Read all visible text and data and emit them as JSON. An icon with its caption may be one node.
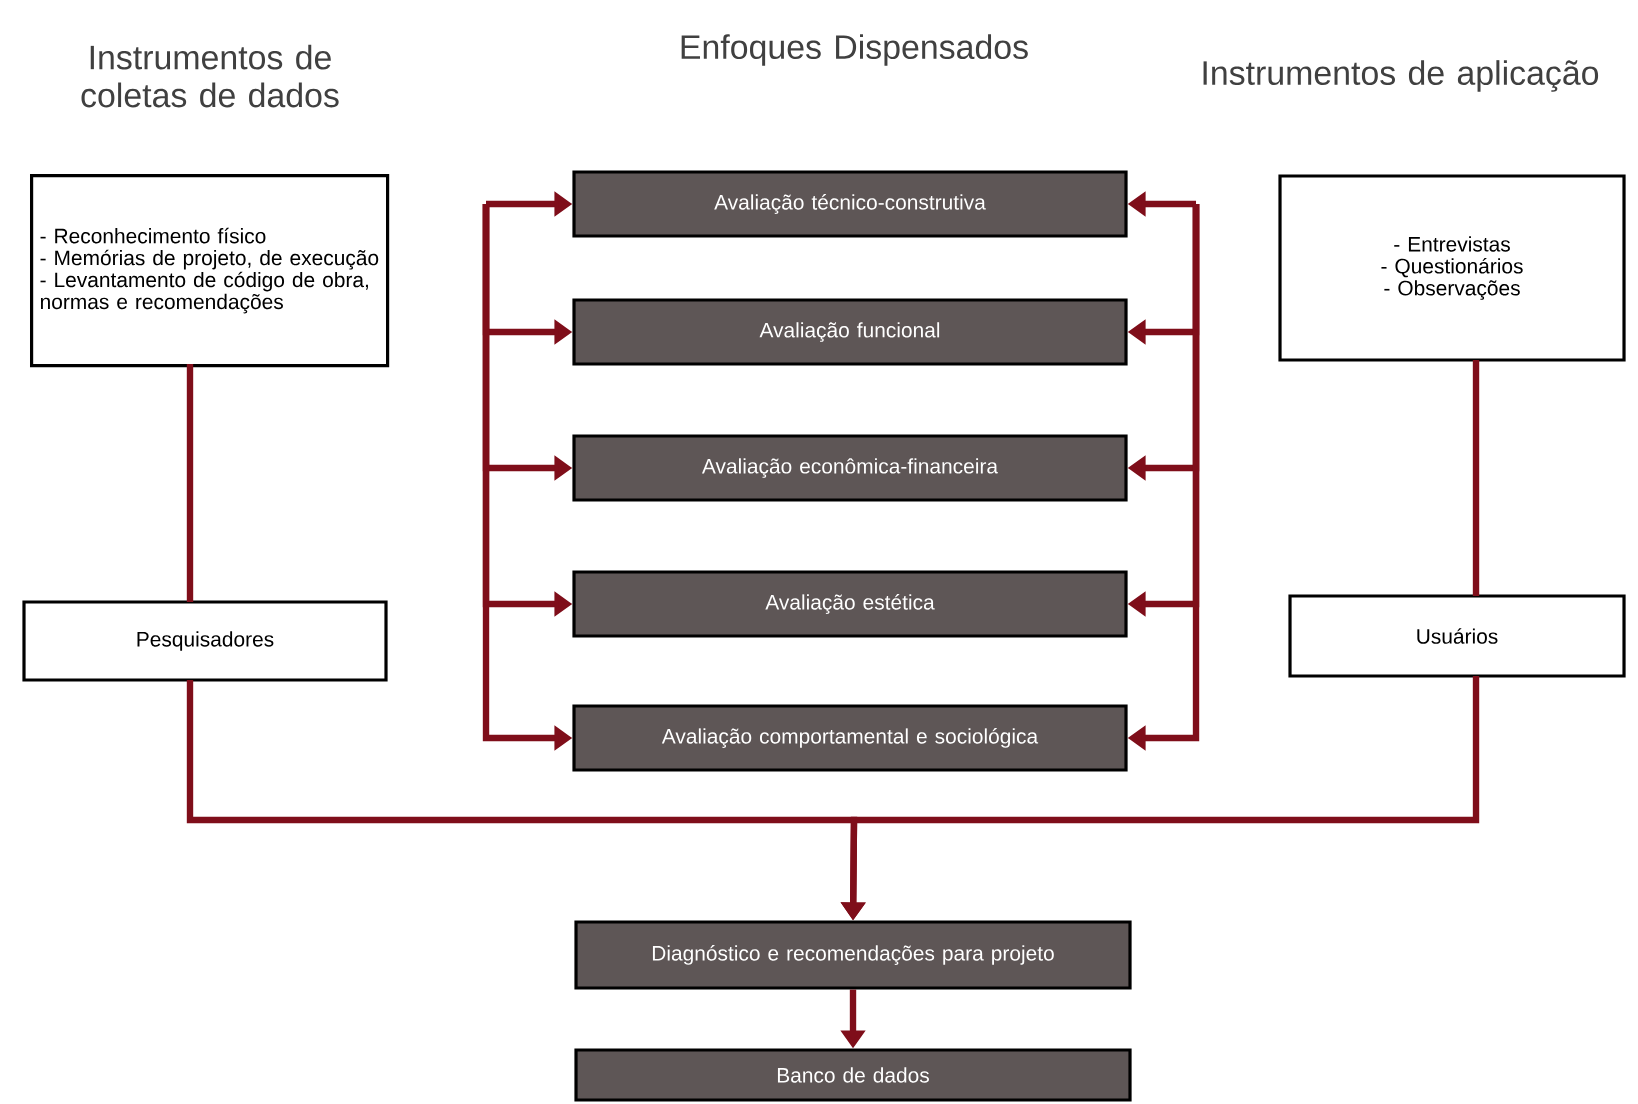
{
  "diagram": {
    "nodes": [
      {
        "text": [
          "- Reconhecimento físico",
          "- Memórias de projeto, de execução",
          "- Levantamento de código de obra, normas e recomendações"
        ]
      },
      {
        "text": [
          "- Entrevistas",
          "- Questionários",
          "- Observações"
        ]
      },
      {
        "text": [
          "Pesquisadores"
        ]
      },
      {
        "text": [
          "Usuários"
        ]
      },
      {
        "text": [
          "Avaliação técnico-construtiva"
        ]
      },
      {
        "text": [
          "Avaliação funcional"
        ]
      },
      {
        "text": [
          "Avaliação econômica-financeira"
        ]
      },
      {
        "text": [
          "Avaliação estética"
        ]
      },
      {
        "text": [
          "Avaliação comportamental e sociológica"
        ]
      },
      {
        "text": [
          "Diagnóstico e recomendações para projeto"
        ]
      },
      {
        "text": [
          "Banco de dados"
        ]
      }
    ],
    "edges": [
      {
        "from": 0,
        "to": 2,
        "arrow": "none"
      },
      {
        "from": 1,
        "to": 3,
        "arrow": "none"
      },
      {
        "from": 2,
        "to": 9,
        "arrow": "to"
      },
      {
        "from": 3,
        "to": 9,
        "arrow": "to"
      },
      {
        "from": null,
        "to": 4,
        "arrow": "to"
      },
      {
        "from": null,
        "to": 5,
        "arrow": "to"
      },
      {
        "from": null,
        "to": 6,
        "arrow": "to"
      },
      {
        "from": null,
        "to": 7,
        "arrow": "to"
      },
      {
        "from": null,
        "to": 8,
        "arrow": "to"
      },
      {
        "from": null,
        "to": 4,
        "arrow": "to"
      },
      {
        "from": null,
        "to": 5,
        "arrow": "to"
      },
      {
        "from": null,
        "to": 6,
        "arrow": "to"
      },
      {
        "from": null,
        "to": 7,
        "arrow": "to"
      },
      {
        "from": null,
        "to": 8,
        "arrow": "to"
      },
      {
        "from": 9,
        "to": 10,
        "arrow": "to"
      }
    ],
    "labels": [
      "Instrumentos de coletas de dados",
      "Enfoques Dispensados",
      "Instrumentos de aplicação"
    ]
  }
}
